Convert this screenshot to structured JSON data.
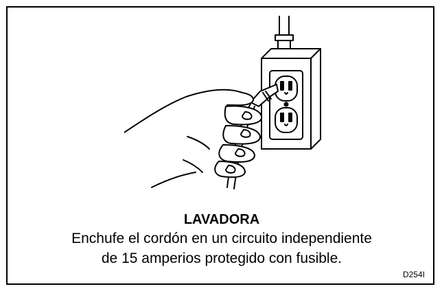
{
  "card": {
    "title": "LAVADORA",
    "line1": "Enchufe el cordón en un circuito independiente",
    "line2": "de 15 amperios protegido con fusible.",
    "code": "D254I"
  },
  "illustration": {
    "subject": "plug-into-outlet-icon"
  }
}
